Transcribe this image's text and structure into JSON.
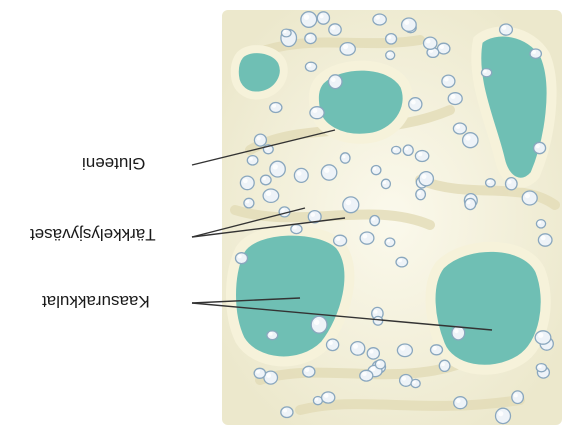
{
  "orientation": "rotated-180",
  "labels": {
    "gluten": "Gluteeni",
    "starch": "Tärkkelysjyväset",
    "gas_cells": "Kaasurakkulat"
  },
  "colors": {
    "background": "#ffffff",
    "dough": "#f4f1dc",
    "gas_cell_fill": "#6fbfb4",
    "starch_granule": "#eef3f8",
    "starch_outline": "#8aa7be",
    "leader_line": "#333333"
  },
  "icons": {
    "gas_cell": "gas-cell",
    "starch_granule": "starch-granule"
  }
}
